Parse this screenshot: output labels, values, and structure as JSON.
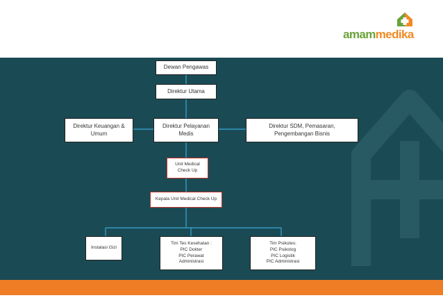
{
  "logo": {
    "part1": "amam",
    "part2": "medika"
  },
  "colors": {
    "panel": "#1a4b54",
    "accent": "#ee7d26",
    "brand_green": "#6aa33a",
    "brand_orange": "#f08a24",
    "connector": "#3aa8d8",
    "red_border": "#c0332b"
  },
  "org_chart": {
    "dewan_pengawas": "Dewan Pengawas",
    "direktur_utama": "Direktur Utama",
    "direktur_keuangan": [
      "Direktur Keuangan &",
      "Umum"
    ],
    "direktur_pelayanan": [
      "Direktur Pelayanan",
      "Medis"
    ],
    "direktur_sdm": [
      "Direktur SDM, Pemasaran,",
      "Pengembangan Bisnis"
    ],
    "unit_mcu": [
      "Unit Medical",
      "Check Up"
    ],
    "kepala_unit": "Kepala Unit Medical Check Up",
    "instalasi_gizi": "Instalasi Gizi",
    "tim_tes_kesehatan": [
      "Tim Tes Kesehatan :",
      "PIC Dokter",
      "PIC Perawat",
      "Administrasi"
    ],
    "tim_psikotes": [
      "Tim Psikotes:",
      "PIC  Psikolog",
      "PIC Logistik",
      "PIC Administrasi"
    ]
  }
}
